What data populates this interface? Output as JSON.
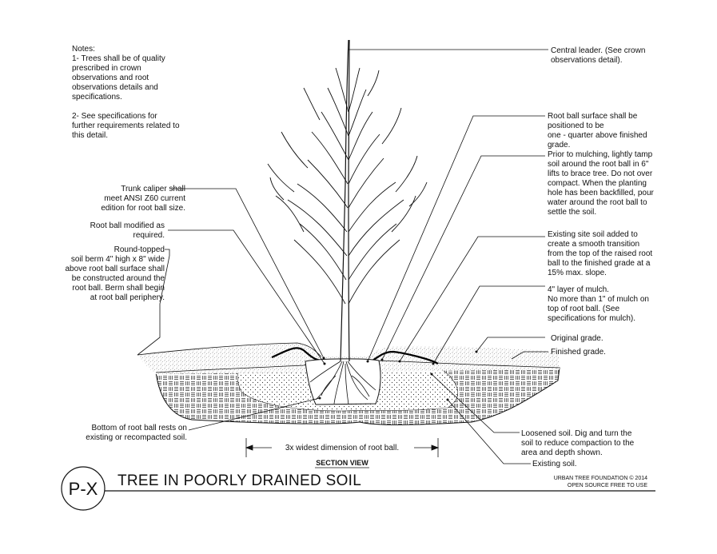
{
  "notes": {
    "heading": "Notes:",
    "lines": [
      "1- Trees shall be of quality",
      "prescribed in crown",
      "observations and root",
      "observations details and",
      "specifications.",
      "",
      "2- See specifications for",
      "further requirements related to",
      "this detail."
    ]
  },
  "left_callouts": [
    {
      "id": "trunk-caliper",
      "lines": [
        "Trunk caliper shall",
        "meet ANSI Z60 current",
        "edition for root ball size."
      ]
    },
    {
      "id": "root-ball-modified",
      "lines": [
        "Root ball modified as",
        "required."
      ]
    },
    {
      "id": "soil-berm",
      "lines": [
        "Round-topped",
        "soil berm 4\" high x 8\" wide",
        "above root ball surface shall",
        "be constructed around the",
        "root ball. Berm shall begin",
        "at root ball periphery."
      ]
    },
    {
      "id": "root-ball-bottom",
      "lines": [
        "Bottom of root ball rests on",
        "existing or recompacted soil."
      ]
    }
  ],
  "right_callouts": [
    {
      "id": "central-leader",
      "lines": [
        "Central leader. (See crown",
        "observations detail)."
      ]
    },
    {
      "id": "root-ball-surface",
      "lines": [
        "Root ball surface shall be",
        "positioned to be",
        "one - quarter above finished",
        "grade.",
        "Prior to mulching, lightly tamp",
        "soil around the root ball in 6\"",
        "lifts to brace tree. Do not over",
        "compact. When the planting",
        "hole has been backfilled, pour",
        "water around the root ball to",
        "settle the soil."
      ]
    },
    {
      "id": "existing-site-soil",
      "lines": [
        "Existing site soil added to",
        "create a smooth transition",
        "from the top of the raised root",
        "ball to the finished grade at a",
        "15% max. slope."
      ]
    },
    {
      "id": "mulch",
      "lines": [
        "4\" layer of mulch.",
        "No more than 1\" of mulch on",
        "top of root ball. (See",
        "specifications for mulch)."
      ]
    },
    {
      "id": "original-grade",
      "lines": [
        "Original  grade."
      ]
    },
    {
      "id": "finished-grade",
      "lines": [
        "Finished  grade."
      ]
    },
    {
      "id": "loosened-soil",
      "lines": [
        "Loosened soil. Dig and turn the",
        "soil to reduce compaction to the",
        "area and depth shown."
      ]
    },
    {
      "id": "existing-soil",
      "lines": [
        "Existing soil."
      ]
    }
  ],
  "dimension_label": "3x widest dimension of root ball.",
  "section_label": "SECTION VIEW",
  "detail_tag": "P-X",
  "title": "TREE IN POORLY DRAINED SOIL",
  "credits": [
    "URBAN TREE FOUNDATION © 2014",
    "OPEN SOURCE FREE TO USE"
  ]
}
